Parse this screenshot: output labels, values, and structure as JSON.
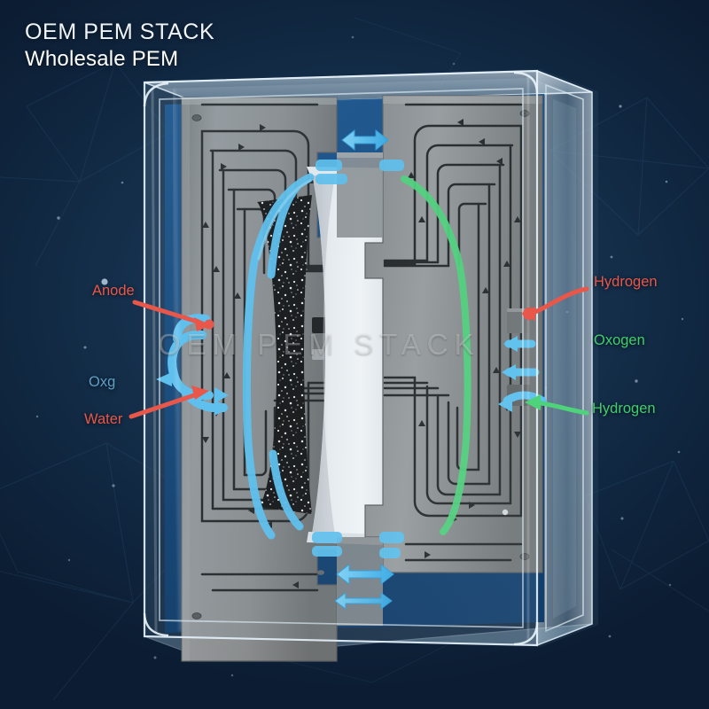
{
  "title": {
    "line1": "OEM PEM STACK",
    "line2": "Wholesale PEM"
  },
  "watermark": {
    "text": "OEM PEM STACK"
  },
  "labels": {
    "anode": {
      "text": "Anode",
      "color": "#e8574a",
      "side": "left"
    },
    "oxg": {
      "text": "Oxg",
      "color": "#5d9fc4",
      "side": "left"
    },
    "water": {
      "text": "Water",
      "color": "#e8574a",
      "side": "left"
    },
    "hydrogen_red": {
      "text": "Hydrogen",
      "color": "#e8574a",
      "side": "right"
    },
    "oxogen": {
      "text": "Oxogen",
      "color": "#3fcf6a",
      "side": "right"
    },
    "hydrogen_grn": {
      "text": "Hydrogen",
      "color": "#3fcf6a",
      "side": "right"
    }
  },
  "colors": {
    "background_dark": "#0c1d33",
    "background_mid": "#16314e",
    "background_light": "#1d3f63",
    "glass_housing": "#b9cfdf",
    "bipolar_plate": "#8d8f8f",
    "plate_shadow": "#5e6061",
    "electrode_black": "#1a1a1a",
    "membrane_white": "#f2f4f6",
    "flow_blue": "#54bff2",
    "flow_green": "#4fd37a",
    "arrow_red": "#e8574a",
    "channel_line": "#2c2e30"
  },
  "diagram": {
    "object_name": "pem-electrolyzer-stack",
    "components": [
      {
        "name": "transparent-housing",
        "description": "clear acrylic outer case"
      },
      {
        "name": "bipolar-plate-left",
        "description": "grey plate with serpentine flow channels"
      },
      {
        "name": "bipolar-plate-right",
        "description": "grey plate with serpentine flow channels"
      },
      {
        "name": "electrode-left",
        "description": "black porous carbon gas diffusion layer"
      },
      {
        "name": "electrode-right",
        "description": "black porous carbon gas diffusion layer"
      },
      {
        "name": "membrane",
        "description": "white proton exchange membrane"
      },
      {
        "name": "flow-arrows-blue",
        "description": "water / oxygen flow"
      },
      {
        "name": "flow-arrows-green",
        "description": "hydrogen flow"
      },
      {
        "name": "port-bridge-top",
        "description": "top inter-plate channel bridge"
      },
      {
        "name": "port-bridge-bottom",
        "description": "bottom inter-plate channel bridge"
      }
    ]
  }
}
